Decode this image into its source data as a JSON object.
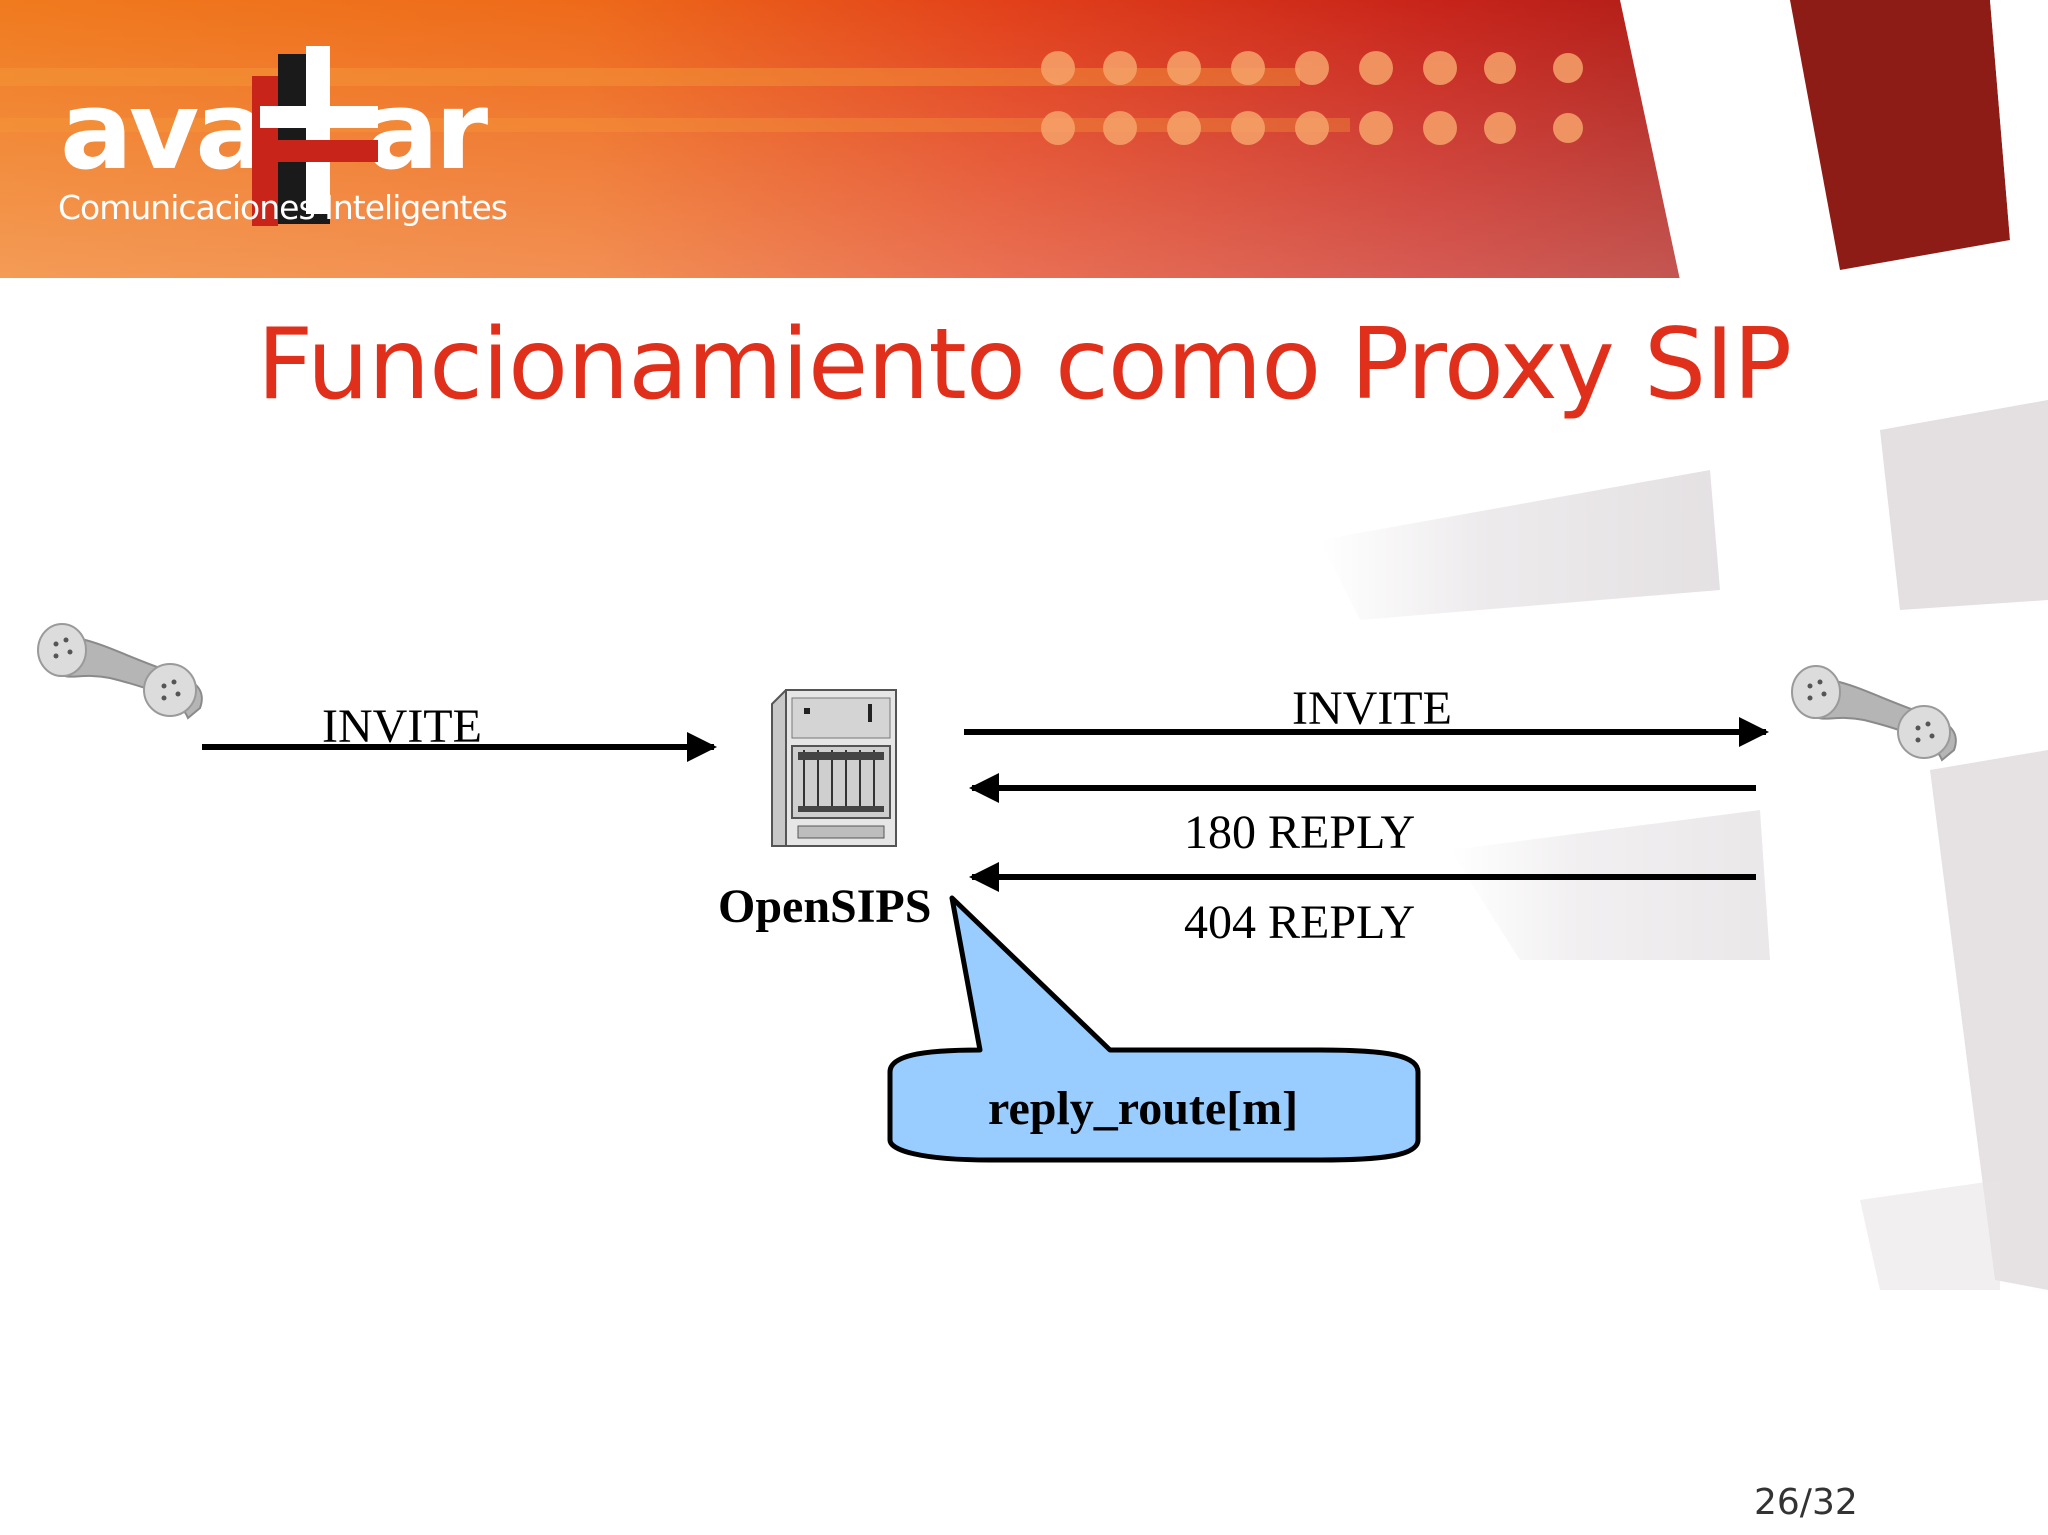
{
  "logo": {
    "wordmark": "avattar",
    "tagline": "Comunicaciones Inteligentes"
  },
  "slide": {
    "title": "Funcionamiento como Proxy SIP",
    "page_number": "26/32"
  },
  "diagram": {
    "proxy_label": "OpenSIPS",
    "messages": {
      "invite_in": "INVITE",
      "invite_out": "INVITE",
      "reply_180": "180 REPLY",
      "reply_404": "404 REPLY"
    },
    "callout": "reply_route[m]",
    "icons": [
      "telephone-handset-icon",
      "sip-server-icon"
    ]
  },
  "colors": {
    "title": "#e0301c",
    "header_orange": "#f07a1e",
    "header_red": "#c8241a",
    "callout_fill": "#99ccff",
    "arrow": "#000000"
  }
}
